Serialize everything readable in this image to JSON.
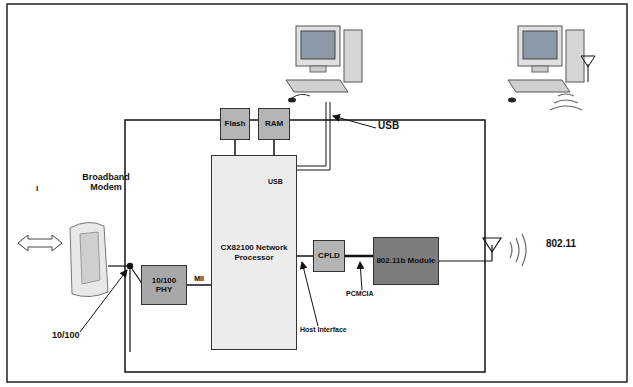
{
  "diagram": {
    "nodes": [
      {
        "text": [
          "Flash"
        ]
      },
      {
        "text": [
          "RAM"
        ]
      },
      {
        "text": [
          "CX82100 Network Processor"
        ]
      },
      {
        "text": [
          "10/100 PHY"
        ]
      },
      {
        "text": [
          "CPLD"
        ]
      },
      {
        "text": [
          "802.11b Module"
        ]
      }
    ],
    "edges": [
      {
        "from": 0,
        "to": 2,
        "arrow": "none"
      },
      {
        "from": 1,
        "to": 2,
        "arrow": "none"
      },
      {
        "from": 3,
        "to": 2,
        "label": "MII",
        "arrow": "none"
      },
      {
        "from": 2,
        "to": 4,
        "arrow": "none"
      },
      {
        "from": 4,
        "to": 5,
        "arrow": "none"
      }
    ],
    "labels": [
      "Broadband Modem",
      "I",
      "10/100",
      "USB",
      "USB",
      "802.11",
      "PCMCIA",
      "Host Interface"
    ]
  }
}
